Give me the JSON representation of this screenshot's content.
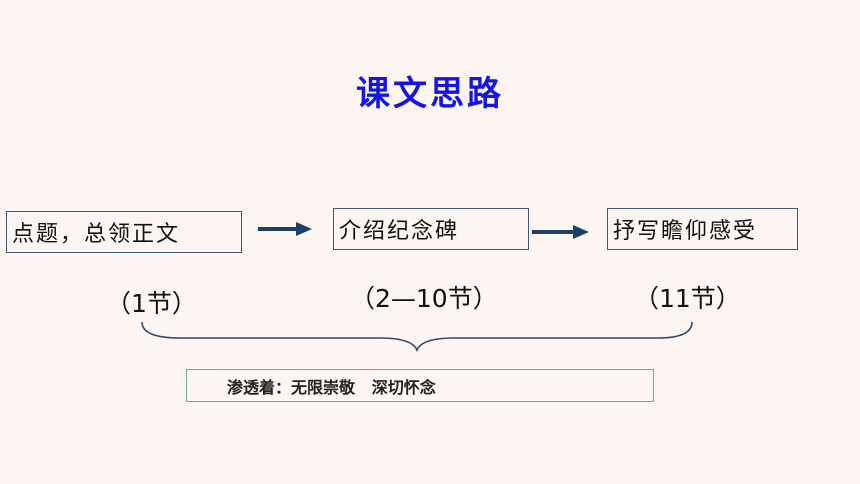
{
  "title": "课文思路",
  "steps": [
    {
      "label": "点题，总领正文",
      "section": "（1节）"
    },
    {
      "label": "介绍纪念碑",
      "section": "（2—10节）"
    },
    {
      "label": "抒写瞻仰感受",
      "section": "（11节）"
    }
  ],
  "summary": "渗透着：无限崇敬   深切怀念",
  "colors": {
    "title": "#1414e6",
    "arrow": "#1c3f66",
    "box_border": "#3c5a78",
    "summary_border": "#7aa6a6",
    "background": "#fdf5f1"
  }
}
